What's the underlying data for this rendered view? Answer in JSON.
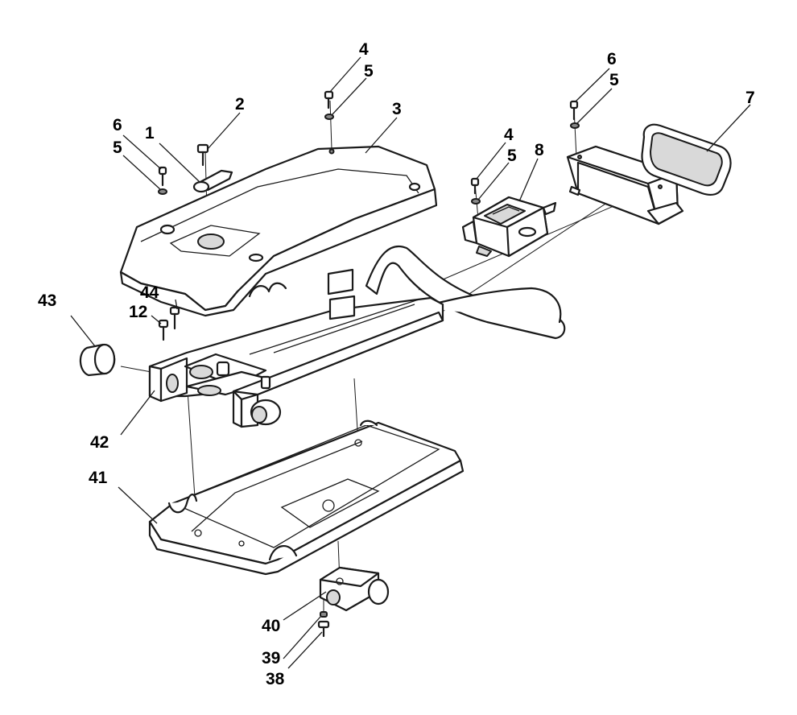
{
  "callouts": [
    {
      "id": "c1",
      "text": "1"
    },
    {
      "id": "c2",
      "text": "2"
    },
    {
      "id": "c3",
      "text": "3"
    },
    {
      "id": "c4a",
      "text": "4"
    },
    {
      "id": "c5a",
      "text": "5"
    },
    {
      "id": "c6a",
      "text": "6"
    },
    {
      "id": "c5b",
      "text": "5"
    },
    {
      "id": "c4b",
      "text": "4"
    },
    {
      "id": "c5c",
      "text": "5"
    },
    {
      "id": "c8",
      "text": "8"
    },
    {
      "id": "c6b",
      "text": "6"
    },
    {
      "id": "c5d",
      "text": "5"
    },
    {
      "id": "c7",
      "text": "7"
    },
    {
      "id": "c43",
      "text": "43"
    },
    {
      "id": "c44",
      "text": "44"
    },
    {
      "id": "c12",
      "text": "12"
    },
    {
      "id": "c42",
      "text": "42"
    },
    {
      "id": "c41",
      "text": "41"
    },
    {
      "id": "c40",
      "text": "40"
    },
    {
      "id": "c39",
      "text": "39"
    },
    {
      "id": "c38",
      "text": "38"
    }
  ]
}
